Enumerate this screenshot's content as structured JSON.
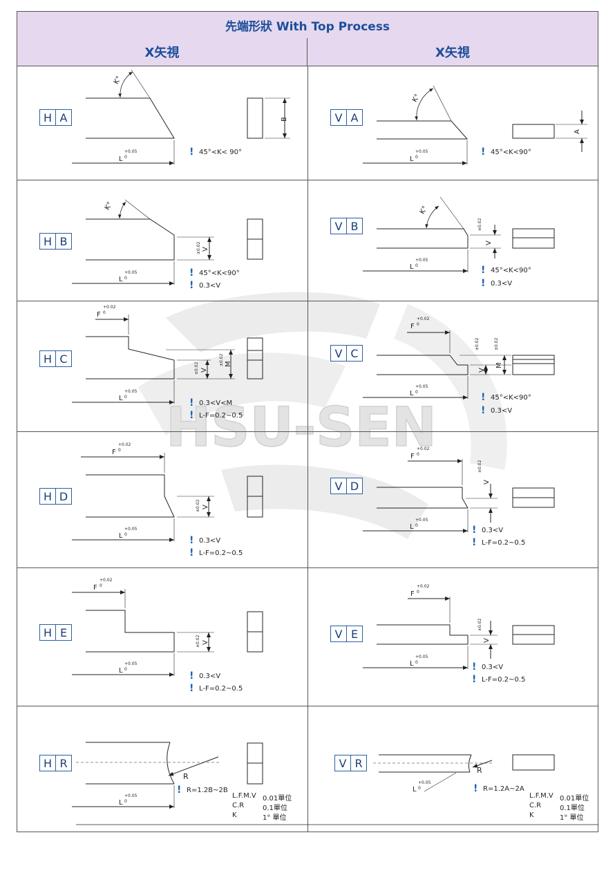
{
  "header": {
    "title": "先端形狀 With Top Process",
    "left_column": "X矢視",
    "right_column": "X矢視"
  },
  "watermark": "HSU-SEN",
  "labels": {
    "L": "L",
    "F": "F",
    "K": "K°",
    "B": "B",
    "A": "A",
    "V": "V",
    "M": "M",
    "R": "R",
    "tol_plus": "+0.05",
    "tol_zero": "0",
    "tol_f_plus": "+0.02",
    "tol_pm": "±0.02"
  },
  "cells": {
    "HA": {
      "code": [
        "H",
        "A"
      ],
      "notes": [
        "45°<K< 90°"
      ]
    },
    "VA": {
      "code": [
        "V",
        "A"
      ],
      "notes": [
        "45°<K<90°"
      ]
    },
    "HB": {
      "code": [
        "H",
        "B"
      ],
      "notes": [
        "45°<K<90°",
        "0.3<V"
      ]
    },
    "VB": {
      "code": [
        "V",
        "B"
      ],
      "notes": [
        "45°<K<90°",
        "0.3<V"
      ]
    },
    "HC": {
      "code": [
        "H",
        "C"
      ],
      "notes": [
        "0.3<V<M",
        "L-F=0.2~0.5"
      ]
    },
    "VC": {
      "code": [
        "V",
        "C"
      ],
      "notes": [
        "45°<K<90°",
        "0.3<V"
      ]
    },
    "HD": {
      "code": [
        "H",
        "D"
      ],
      "notes": [
        "0.3<V",
        "L-F=0.2~0.5"
      ]
    },
    "VD": {
      "code": [
        "V",
        "D"
      ],
      "notes": [
        "0.3<V",
        "L-F=0.2~0.5"
      ]
    },
    "HE": {
      "code": [
        "H",
        "E"
      ],
      "notes": [
        "0.3<V",
        "L-F=0.2~0.5"
      ]
    },
    "VE": {
      "code": [
        "V",
        "E"
      ],
      "notes": [
        "0.3<V",
        "L-F=0.2~0.5"
      ]
    },
    "HR": {
      "code": [
        "H",
        "R"
      ],
      "notes": [
        "R=1.2B~2B"
      ]
    },
    "VR": {
      "code": [
        "V",
        "R"
      ],
      "notes": [
        "R=1.2A~2A"
      ]
    }
  },
  "units_left": [
    {
      "key": "L.F.M.V",
      "value": "0.01單位"
    },
    {
      "key": "C.R",
      "value": "0.1單位"
    },
    {
      "key": "K",
      "value": "1° 單位"
    }
  ],
  "units_right": [
    {
      "key": "L.F.M.V",
      "value": "0.01單位"
    },
    {
      "key": "C.R",
      "value": "0.1單位"
    },
    {
      "key": "K",
      "value": "1° 單位"
    }
  ],
  "colors": {
    "header_bg": "#e6d8ee",
    "header_text": "#1c4e9c",
    "accent": "#1c63b8"
  }
}
